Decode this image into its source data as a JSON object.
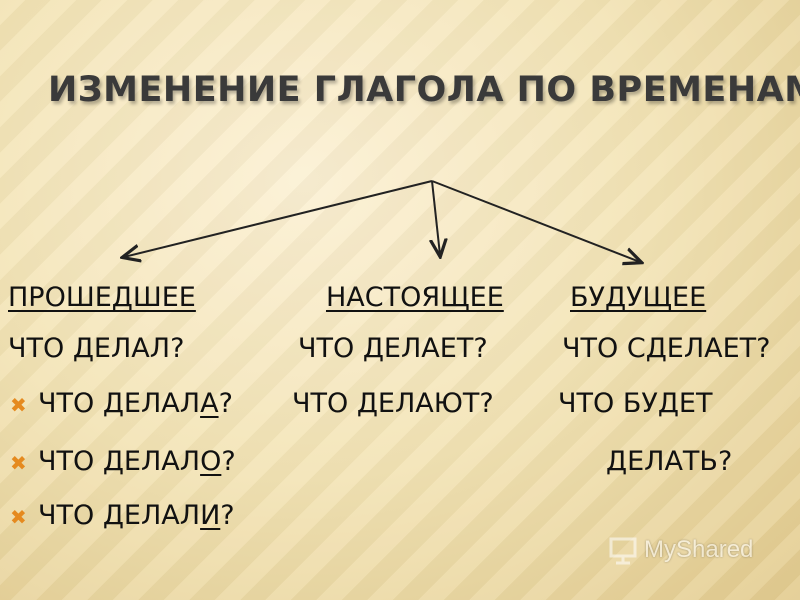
{
  "slide": {
    "title": "ИЗМЕНЕНИЕ ГЛАГОЛА ПО ВРЕМЕНАМ",
    "past": {
      "heading": "ПРОШЕДШЕЕ",
      "q1": "ЧТО ДЕЛАЛ?",
      "q2_base": "ЧТО ДЕЛАЛ",
      "q2_end": "А",
      "q2_tail": "?",
      "q3_base": "ЧТО ДЕЛАЛ",
      "q3_end": "О",
      "q3_tail": "?",
      "q4_base": "ЧТО ДЕЛАЛ",
      "q4_end": "И",
      "q4_tail": "?"
    },
    "present": {
      "heading": "НАСТОЯЩЕЕ",
      "q1": "ЧТО ДЕЛАЕТ?",
      "q2": "ЧТО ДЕЛАЮТ?"
    },
    "future": {
      "heading": "БУДУЩЕЕ",
      "q1": "ЧТО СДЕЛАЕТ?",
      "q2_line1": "ЧТО БУДЕТ",
      "q2_line2": "ДЕЛАТЬ?"
    },
    "bullet_icon": "x-bullet-icon",
    "bullet_color": "#e58a1f",
    "watermark": "MyShared"
  }
}
